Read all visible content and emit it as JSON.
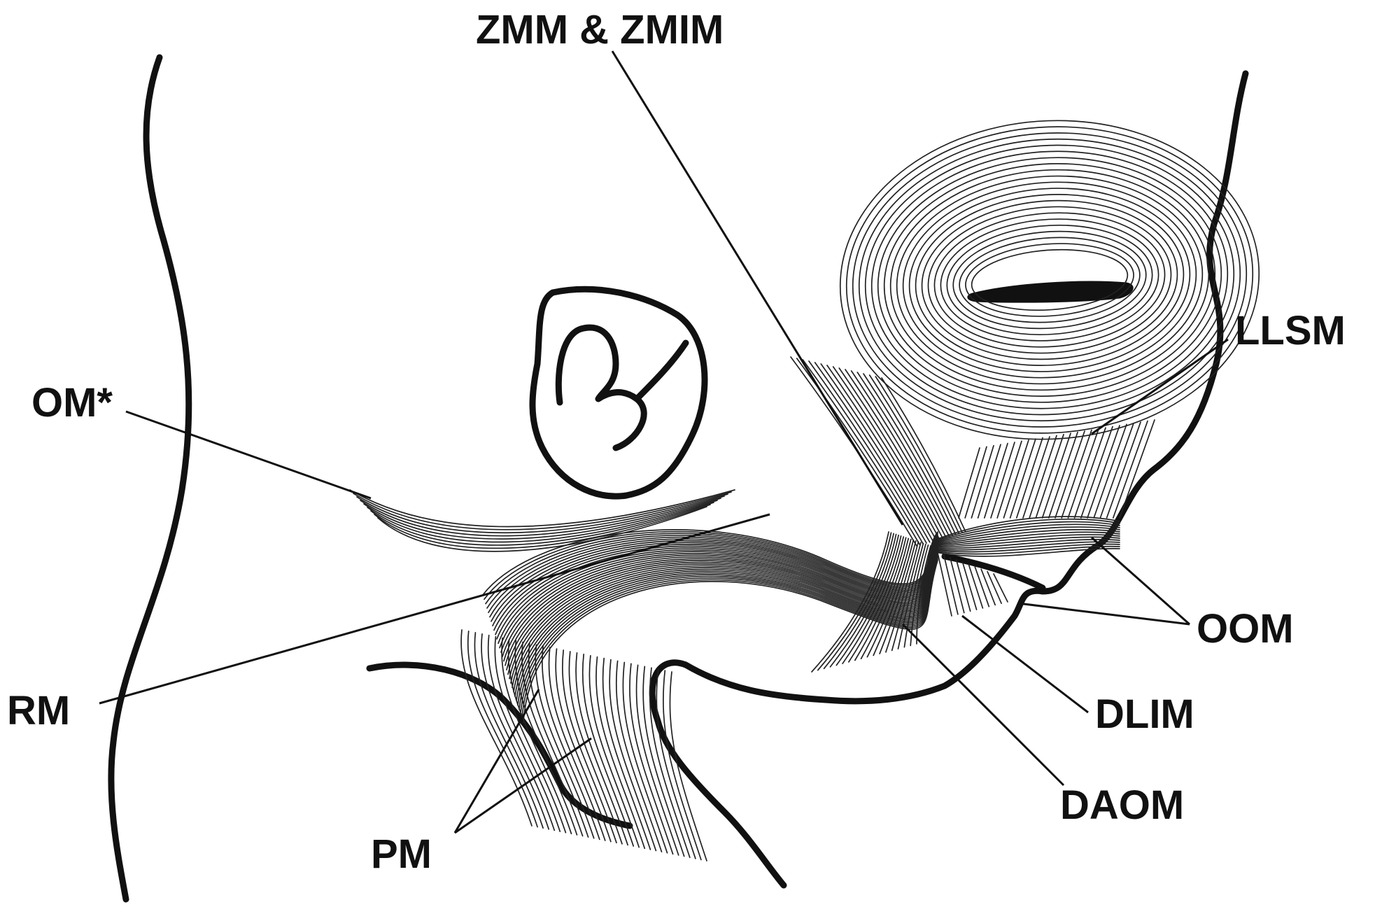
{
  "labels": {
    "zmm_zmim": "ZMM & ZMIM",
    "llsm": "LLSM",
    "om": "OM*",
    "oom": "OOM",
    "rm": "RM",
    "dlim": "DLIM",
    "daom": "DAOM",
    "pm": "PM"
  }
}
